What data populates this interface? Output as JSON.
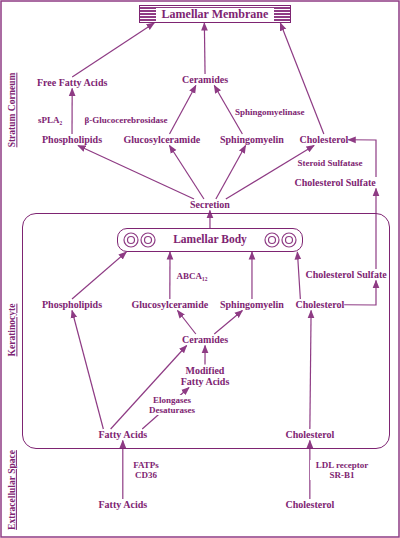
{
  "diagram": {
    "nodes": [
      {
        "text": [
          "Lamellar Membrane"
        ]
      },
      {
        "text": [
          "Free Fatty Acids"
        ]
      },
      {
        "text": [
          "Ceramides"
        ]
      },
      {
        "text": [
          "Phospholipids"
        ]
      },
      {
        "text": [
          "Glucosylceramide"
        ]
      },
      {
        "text": [
          "Sphingomyelin"
        ]
      },
      {
        "text": [
          "Cholesterol"
        ]
      },
      {
        "text": [
          "Cholesterol Sulfate"
        ]
      },
      {
        "text": [
          "Secretion"
        ]
      },
      {
        "text": [
          "Keratinocyte"
        ]
      },
      {
        "text": [
          "Lamellar Body"
        ],
        "in": 9
      },
      {
        "text": [
          "Cholesterol Sulfate"
        ],
        "in": 9
      },
      {
        "text": [
          "Phospholipids"
        ],
        "in": 9
      },
      {
        "text": [
          "Glucosylceramide"
        ],
        "in": 9
      },
      {
        "text": [
          "Sphingomyelin"
        ],
        "in": 9
      },
      {
        "text": [
          "Cholesterol"
        ],
        "in": 9
      },
      {
        "text": [
          "Ceramides"
        ],
        "in": 9
      },
      {
        "text": [
          "Modified Fatty Acids"
        ],
        "in": 9
      },
      {
        "text": [
          "Fatty Acids"
        ],
        "in": 9
      },
      {
        "text": [
          "Cholesterol"
        ],
        "in": 9
      },
      {
        "text": [
          "Fatty Acids"
        ]
      },
      {
        "text": [
          "Cholesterol"
        ]
      }
    ],
    "edges": [
      {
        "from": 1,
        "to": 0,
        "arrow": "to"
      },
      {
        "from": 2,
        "to": 0,
        "arrow": "to"
      },
      {
        "from": 6,
        "to": 0,
        "arrow": "to"
      },
      {
        "from": 3,
        "to": 1,
        "label": "sPLA₂",
        "arrow": "to"
      },
      {
        "from": 4,
        "to": 2,
        "label": "β-Glucocerebrosidase",
        "arrow": "to"
      },
      {
        "from": 5,
        "to": 2,
        "label": "Sphingomyelinase",
        "arrow": "to"
      },
      {
        "from": 7,
        "to": 6,
        "label": "Steroid Sulfatase",
        "arrow": "to"
      },
      {
        "from": 8,
        "to": 3,
        "arrow": "to"
      },
      {
        "from": 8,
        "to": 4,
        "arrow": "to"
      },
      {
        "from": 8,
        "to": 5,
        "arrow": "to"
      },
      {
        "from": 8,
        "to": 6,
        "arrow": "to"
      },
      {
        "from": 10,
        "to": 8,
        "arrow": "to"
      },
      {
        "from": 12,
        "to": 10,
        "arrow": "to"
      },
      {
        "from": 13,
        "to": 10,
        "label": "ABCA₁₂",
        "arrow": "to"
      },
      {
        "from": 14,
        "to": 10,
        "arrow": "to"
      },
      {
        "from": 15,
        "to": 10,
        "arrow": "to"
      },
      {
        "from": 11,
        "to": 7,
        "arrow": "to"
      },
      {
        "from": 15,
        "to": 11,
        "arrow": "to"
      },
      {
        "from": 16,
        "to": 13,
        "arrow": "to"
      },
      {
        "from": 16,
        "to": 14,
        "arrow": "to"
      },
      {
        "from": 17,
        "to": 16,
        "arrow": "to"
      },
      {
        "from": 18,
        "to": 17,
        "label": "Elongases Desaturases",
        "arrow": "to"
      },
      {
        "from": 18,
        "to": 12,
        "arrow": "to"
      },
      {
        "from": 18,
        "to": 16,
        "arrow": "to"
      },
      {
        "from": 19,
        "to": 15,
        "arrow": "to"
      },
      {
        "from": 20,
        "to": 18,
        "label": "FATPs CD36",
        "arrow": "to"
      },
      {
        "from": 21,
        "to": 19,
        "label": "LDL receptor SR-B1",
        "arrow": "to"
      }
    ],
    "labels": [
      "Stratum Corneum",
      "Extracellular Space"
    ]
  }
}
